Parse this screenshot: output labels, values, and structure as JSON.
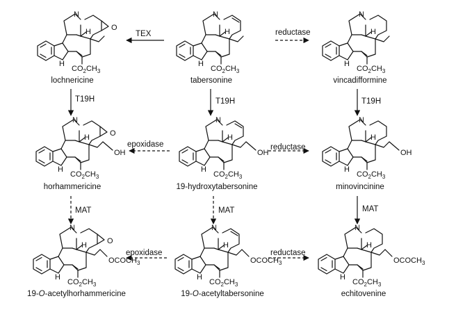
{
  "compounds": {
    "lochnericine": {
      "name": "lochnericine",
      "ester": "CO2CH3"
    },
    "tabersonine": {
      "name": "tabersonine",
      "ester": "CO2CH3"
    },
    "vincadifformine": {
      "name": "vincadifformine",
      "ester": "CO2CH3"
    },
    "horhammericine": {
      "name": "horhammericine",
      "ester": "CO2CH3",
      "side": "OH"
    },
    "hydroxytabersonine": {
      "name": "19-hydroxytabersonine",
      "ester": "CO2CH3",
      "side": "OH"
    },
    "minovincinine": {
      "name": "minovincinine",
      "ester": "CO2CH3",
      "side": "OH"
    },
    "acetylhorhammericine": {
      "name_pre": "19-",
      "name_it": "O",
      "name_post": "-acetylhorhammericine",
      "ester": "CO2CH3",
      "side": "OCOCH3"
    },
    "acetyltabersonine": {
      "name_pre": "19-",
      "name_it": "O",
      "name_post": "-acetyltabersonine",
      "ester": "CO2CH3",
      "side": "OCOCH3"
    },
    "echitovenine": {
      "name": "echitovenine",
      "ester": "CO2CH3",
      "side": "OCOCH3"
    }
  },
  "atoms": {
    "N": "N",
    "H": "H",
    "NH": "H",
    "O": "O"
  },
  "enzymes": {
    "tex": "TEX",
    "reductase": "reductase",
    "t19h": "T19H",
    "epoxidase": "epoxidase",
    "mat": "MAT"
  }
}
